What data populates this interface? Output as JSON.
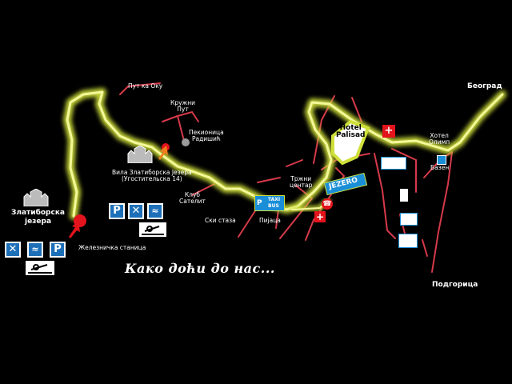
{
  "labels": {
    "put_ka_oku": "Пут ка Оку",
    "kruzhni_put_1": "Кружни",
    "kruzhni_put_2": "Пут",
    "pekara_1": "Пекионица",
    "pekara_2": "Радишић",
    "vila_1": "Вила Златиборска Језера",
    "vila_2": "(Угостительска 14)",
    "zlatiborska_1": "Златиборска",
    "zlatiborska_2": "језера",
    "zeleznicka": "Железничка станица",
    "klub_1": "Клуб",
    "klub_2": "Сателит",
    "ski_staza": "Ски стаза",
    "pijaca": "Пијаца",
    "trzni_1": "Тржни",
    "trzni_2": "центар",
    "hotel_palisad_1": "Hotel",
    "hotel_palisad_2": "Palisad",
    "jezero": "JEZERO",
    "hotel_olimp_1": "Хотел",
    "hotel_olimp_2": "Олимп",
    "bazen": "Базен",
    "beograd": "Београд",
    "podgorica": "Подгорица",
    "heading": "Како доћи до нас...",
    "taxi": "TAXI",
    "bus": "BUS",
    "p": "P"
  },
  "colors": {
    "road_glow": "#d8e84a",
    "road_core": "#f4f79a",
    "side_road": "#d63a4a",
    "marker": "#e3141c",
    "parking_blue": "#1d6fb8",
    "jezero_blue": "#1a8fd8"
  },
  "icons": [
    "parking-icon",
    "restaurant-icon",
    "swimming-icon",
    "skiing-icon",
    "hospital-cross-icon",
    "phone-icon",
    "castle-icon"
  ]
}
